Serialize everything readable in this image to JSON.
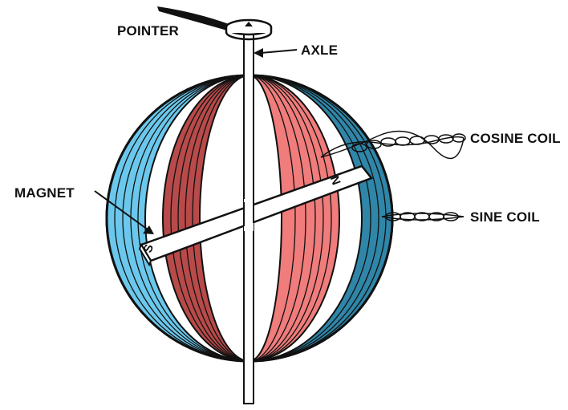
{
  "labels": {
    "pointer": "POINTER",
    "axle": "AXLE",
    "cosine_coil": "COSINE COIL",
    "magnet": "MAGNET",
    "sine_coil": "SINE COIL"
  },
  "magnet_poles": {
    "north": "N",
    "south": "S"
  },
  "colors": {
    "sine_coil": "#6bc8ec",
    "sine_coil_dark": "#2f86a8",
    "cosine_coil": "#f07c7c",
    "cosine_coil_dark": "#b84a4a",
    "outline": "#111111",
    "background": "#ffffff"
  }
}
